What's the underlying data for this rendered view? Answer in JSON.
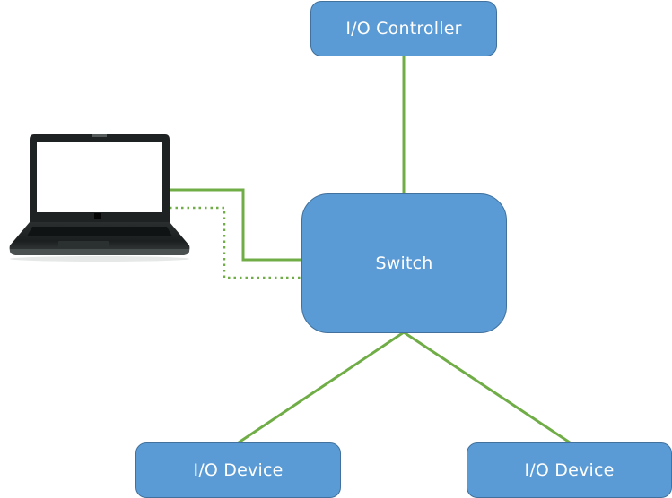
{
  "diagram": {
    "nodes": [
      {
        "id": "controller",
        "label": "I/O Controller"
      },
      {
        "id": "switch",
        "label": "Switch"
      },
      {
        "id": "device_left",
        "label": "I/O Device"
      },
      {
        "id": "device_right",
        "label": "I/O Device"
      },
      {
        "id": "laptop",
        "label": "",
        "icon": "laptop-icon"
      }
    ],
    "edges": [
      {
        "from": "controller",
        "to": "switch",
        "style": "solid"
      },
      {
        "from": "laptop",
        "to": "switch",
        "style": "solid"
      },
      {
        "from": "laptop",
        "to": "switch",
        "style": "dotted"
      },
      {
        "from": "switch",
        "to": "device_left",
        "style": "solid"
      },
      {
        "from": "switch",
        "to": "device_right",
        "style": "solid"
      }
    ]
  },
  "colors": {
    "node_fill": "#5b9bd5",
    "node_border": "#41719c",
    "node_text": "#ffffff",
    "link": "#70ad47"
  }
}
